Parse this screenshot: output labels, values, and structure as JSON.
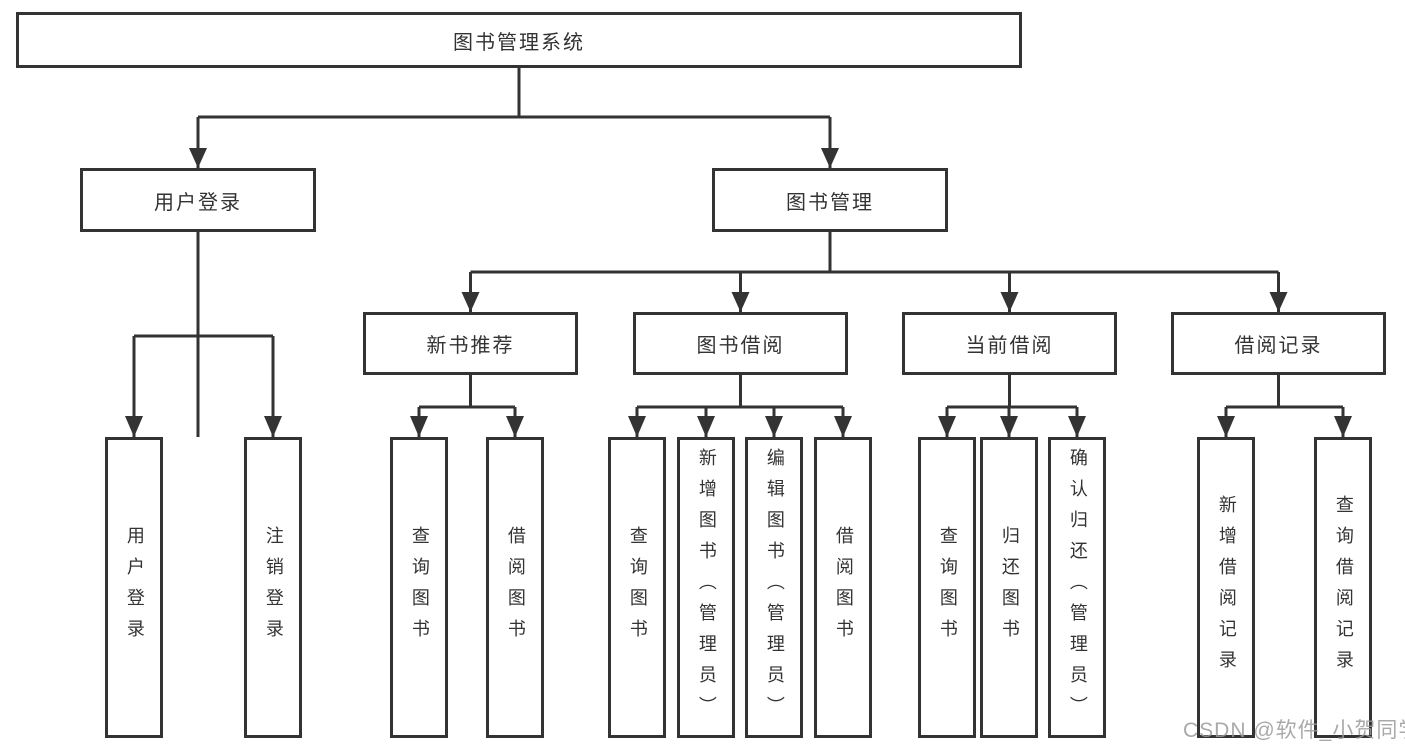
{
  "diagram": {
    "title": "图书管理系统",
    "branches": {
      "user_login": {
        "label": "用户登录",
        "leaves": [
          "用户登录",
          "注销登录"
        ]
      },
      "book_management": {
        "label": "图书管理",
        "sections": {
          "new_book_recommend": {
            "label": "新书推荐",
            "leaves": [
              "查询图书",
              "借阅图书"
            ]
          },
          "book_borrow": {
            "label": "图书借阅",
            "leaves": [
              "查询图书",
              "新增图书（管理员）",
              "编辑图书（管理员）",
              "借阅图书"
            ]
          },
          "current_borrow": {
            "label": "当前借阅",
            "leaves": [
              "查询图书",
              "归还图书",
              "确认归还（管理员）"
            ]
          },
          "borrow_records": {
            "label": "借阅记录",
            "leaves": [
              "新增借阅记录",
              "查询借阅记录"
            ]
          }
        }
      }
    }
  },
  "watermark": {
    "text": "CSDN @软件_小贺同学"
  },
  "colors": {
    "line": "#333333",
    "text": "#333333",
    "background": "#ffffff",
    "watermark": "#9b9b9b"
  }
}
